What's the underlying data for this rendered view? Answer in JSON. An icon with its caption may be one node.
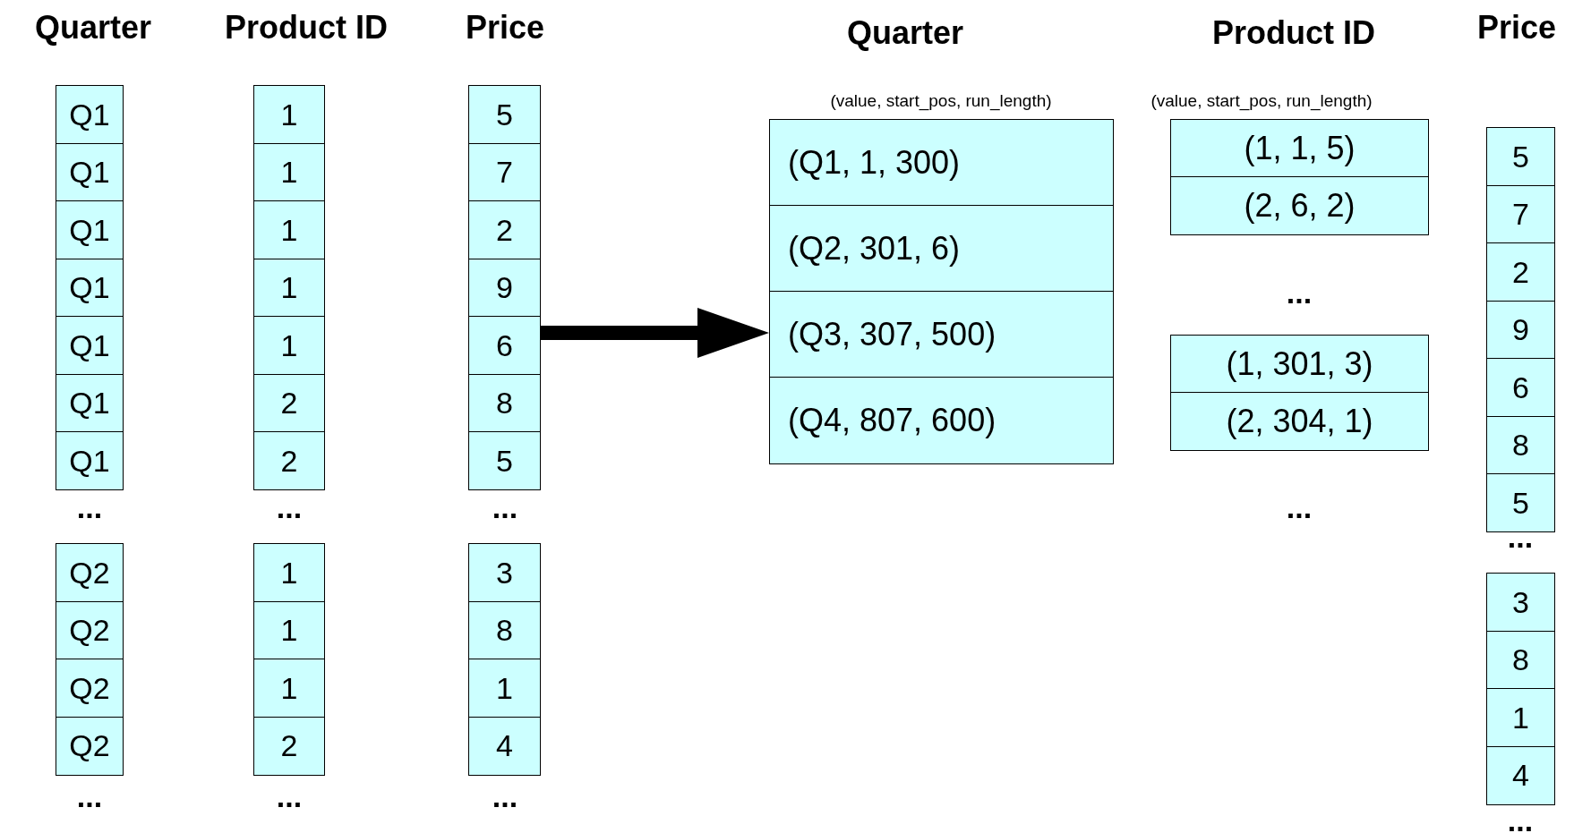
{
  "diagram": {
    "nodes": [
      {
        "text": [
          "Q1"
        ]
      },
      {
        "text": [
          "Q1"
        ]
      },
      {
        "text": [
          "Q1"
        ]
      },
      {
        "text": [
          "Q1"
        ]
      },
      {
        "text": [
          "Q1"
        ]
      },
      {
        "text": [
          "Q1"
        ]
      },
      {
        "text": [
          "Q1"
        ]
      },
      {
        "text": [
          "Q2"
        ]
      },
      {
        "text": [
          "Q2"
        ]
      },
      {
        "text": [
          "Q2"
        ]
      },
      {
        "text": [
          "Q2"
        ]
      },
      {
        "text": [
          "1"
        ]
      },
      {
        "text": [
          "1"
        ]
      },
      {
        "text": [
          "1"
        ]
      },
      {
        "text": [
          "1"
        ]
      },
      {
        "text": [
          "1"
        ]
      },
      {
        "text": [
          "2"
        ]
      },
      {
        "text": [
          "2"
        ]
      },
      {
        "text": [
          "1"
        ]
      },
      {
        "text": [
          "1"
        ]
      },
      {
        "text": [
          "1"
        ]
      },
      {
        "text": [
          "2"
        ]
      },
      {
        "text": [
          "5"
        ]
      },
      {
        "text": [
          "7"
        ]
      },
      {
        "text": [
          "2"
        ]
      },
      {
        "text": [
          "9"
        ]
      },
      {
        "text": [
          "6"
        ]
      },
      {
        "text": [
          "8"
        ]
      },
      {
        "text": [
          "5"
        ]
      },
      {
        "text": [
          "3"
        ]
      },
      {
        "text": [
          "8"
        ]
      },
      {
        "text": [
          "1"
        ]
      },
      {
        "text": [
          "4"
        ]
      },
      {
        "text": [
          "(Q1, 1, 300)"
        ]
      },
      {
        "text": [
          "(Q2, 301, 6)"
        ]
      },
      {
        "text": [
          "(Q3, 307, 500)"
        ]
      },
      {
        "text": [
          "(Q4, 807, 600)"
        ]
      },
      {
        "text": [
          "(1, 1, 5)"
        ]
      },
      {
        "text": [
          "(2, 6, 2)"
        ]
      },
      {
        "text": [
          "(1, 301, 3)"
        ]
      },
      {
        "text": [
          "(2, 304, 1)"
        ]
      },
      {
        "text": [
          "5"
        ]
      },
      {
        "text": [
          "7"
        ]
      },
      {
        "text": [
          "2"
        ]
      },
      {
        "text": [
          "9"
        ]
      },
      {
        "text": [
          "6"
        ]
      },
      {
        "text": [
          "8"
        ]
      },
      {
        "text": [
          "5"
        ]
      },
      {
        "text": [
          "3"
        ]
      },
      {
        "text": [
          "8"
        ]
      },
      {
        "text": [
          "1"
        ]
      },
      {
        "text": [
          "4"
        ]
      }
    ],
    "edges": [
      {
        "from": 26,
        "to": 35,
        "arrow": "to"
      }
    ],
    "labels": [
      "Quarter",
      "Product ID",
      "Price",
      "Quarter",
      "Product ID",
      "Price",
      "(value, start_pos, run_length)",
      "(value, start_pos, run_length)",
      "...",
      "...",
      "...",
      "...",
      "...",
      "...",
      "...",
      "...",
      "...",
      "..."
    ]
  }
}
